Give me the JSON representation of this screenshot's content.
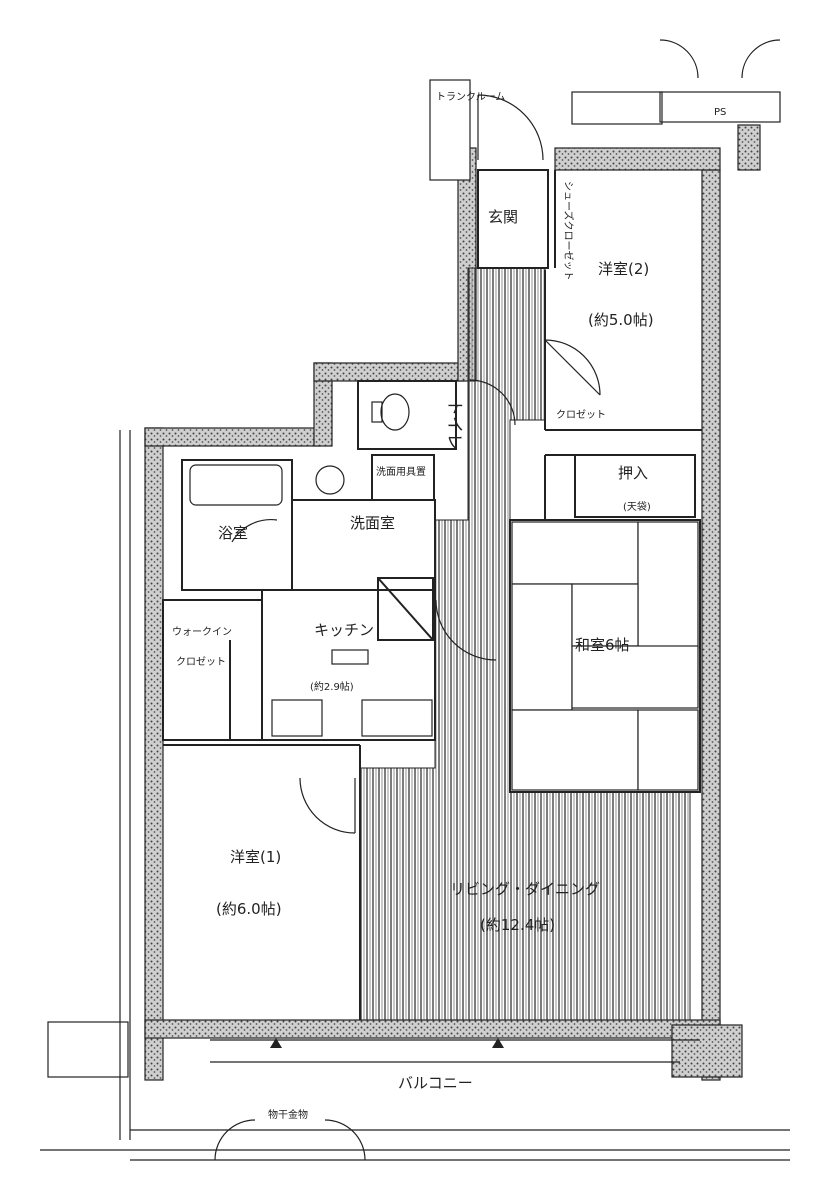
{
  "rooms": {
    "entrance": "玄関",
    "toilet": "トイレ",
    "bath": "浴室",
    "washroom": "洗面室",
    "kitchen": "キッチン",
    "kitchen_size": "(約2.9帖)",
    "walkin": "ウォークイン",
    "closet": "クロゼット",
    "western1": "洋室(1)",
    "western1_size": "(約6.0帖)",
    "western2": "洋室(2)",
    "western2_size": "(約5.0帖)",
    "japanese": "和室6帖",
    "oshiire": "押入",
    "tenbukuro": "(天袋)",
    "living": "リビング・ダイニング",
    "living_size": "(約12.4帖)",
    "balcony": "バルコニー",
    "shoe_closet": "シューズクローゼット",
    "trunk_room": "トランクルーム",
    "linen": "洗面用具置",
    "small_closet": "クロゼット",
    "pipe_space": "PS",
    "utility": "物干金物"
  }
}
